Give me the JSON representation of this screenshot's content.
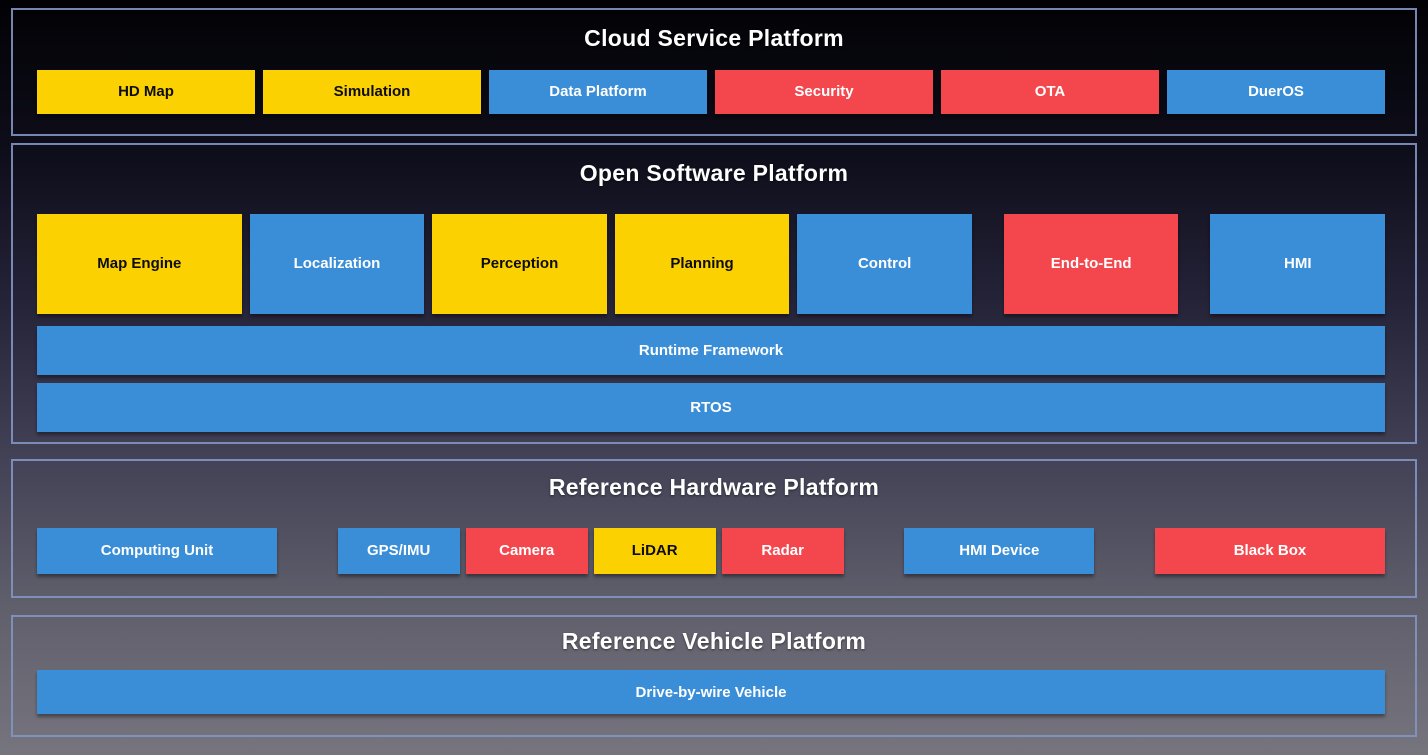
{
  "palette": {
    "yellow": {
      "bg": "#FBD102",
      "text": "#0d0d0d"
    },
    "blue": {
      "bg": "#3A8ED8",
      "text": "#ffffff"
    },
    "red": {
      "bg": "#F4474D",
      "text": "#ffffff"
    },
    "section_border": "#8296C2",
    "title_text": "#FFFFFF",
    "background_top": "#020205",
    "background_bottom": "#76757E"
  },
  "sections": {
    "cloud": {
      "title": "Cloud Service Platform",
      "boxes": [
        {
          "label": "HD Map",
          "color": "yellow"
        },
        {
          "label": "Simulation",
          "color": "yellow"
        },
        {
          "label": "Data Platform",
          "color": "blue"
        },
        {
          "label": "Security",
          "color": "red"
        },
        {
          "label": "OTA",
          "color": "red"
        },
        {
          "label": "DuerOS",
          "color": "blue"
        }
      ]
    },
    "software": {
      "title": "Open Software Platform",
      "modules": [
        {
          "label": "Map Engine",
          "color": "yellow"
        },
        {
          "label": "Localization",
          "color": "blue"
        },
        {
          "label": "Perception",
          "color": "yellow"
        },
        {
          "label": "Planning",
          "color": "yellow"
        },
        {
          "label": "Control",
          "color": "blue"
        },
        {
          "label": "End-to-End",
          "color": "red"
        },
        {
          "label": "HMI",
          "color": "blue"
        }
      ],
      "bars": [
        {
          "label": "Runtime Framework",
          "color": "blue"
        },
        {
          "label": "RTOS",
          "color": "blue"
        }
      ]
    },
    "hardware": {
      "title": "Reference Hardware Platform",
      "boxes": [
        {
          "label": "Computing Unit",
          "color": "blue"
        },
        {
          "label": "GPS/IMU",
          "color": "blue"
        },
        {
          "label": "Camera",
          "color": "red"
        },
        {
          "label": "LiDAR",
          "color": "yellow"
        },
        {
          "label": "Radar",
          "color": "red"
        },
        {
          "label": "HMI Device",
          "color": "blue"
        },
        {
          "label": "Black Box",
          "color": "red"
        }
      ]
    },
    "vehicle": {
      "title": "Reference Vehicle Platform",
      "bars": [
        {
          "label": "Drive-by-wire Vehicle",
          "color": "blue"
        }
      ]
    }
  }
}
